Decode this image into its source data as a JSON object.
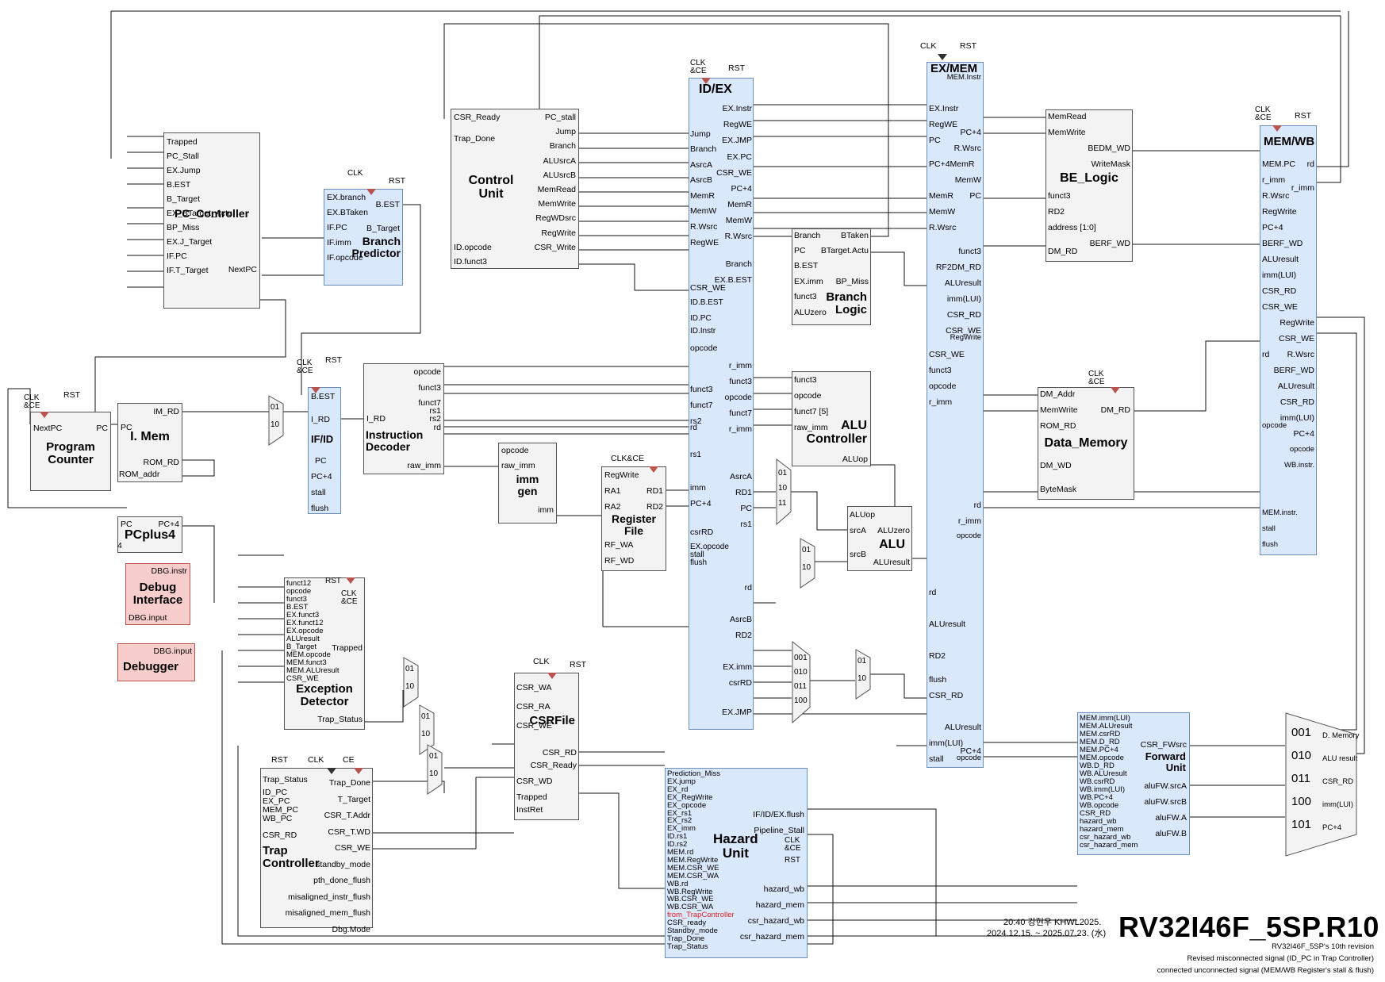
{
  "title": "RV32I46F_5SP.R10",
  "footer": {
    "time_author": "20:40 강현우 KHWL2025.",
    "dates": "2024.12.15. ~ 2025.07.23. (水)",
    "revision": "RV32I46F_5SP's 10th revision",
    "note1": "Revised misconnected signal (ID_PC in Trap Controller)",
    "note2": "connected unconnected signal (MEM/WB Register's stall & flush)"
  },
  "ctl": {
    "clk": "CLK",
    "clkce": "CLK\n&CE",
    "rst": "RST",
    "ce": "CE",
    "clkce2": "CLK&CE"
  },
  "blocks": {
    "pc": {
      "title": "Program\nCounter",
      "in": [
        "NextPC"
      ],
      "out": [
        "PC"
      ]
    },
    "imem": {
      "title": "I. Mem",
      "in": [
        "PC",
        "ROM_RD"
      ],
      "out": [
        "IM_RD"
      ]
    },
    "pcplus4": {
      "title": "PCplus4",
      "in": [
        "PC",
        "4"
      ],
      "out": [
        "PC+4"
      ]
    },
    "debug_if": {
      "title": "Debug\nInterface",
      "ports": [
        "DBG.instr",
        "DBG.input"
      ]
    },
    "debugger": {
      "title": "Debugger",
      "ports": [
        "DBG.input"
      ]
    },
    "pc_ctrl": {
      "title": "PC_Controller",
      "in": [
        "Trapped",
        "PC_Stall",
        "EX.Jump",
        "B.EST",
        "B_Target",
        "EX_BTarget_Actu",
        "BP_Miss",
        "EX.J_Target",
        "IF.PC",
        "IF.T_Target"
      ],
      "out": [
        "NextPC"
      ]
    },
    "bp": {
      "title": "Branch\nPredictor",
      "in": [
        "EX.branch",
        "EX.BTaken",
        "IF.PC",
        "IF.imm",
        "IF.opcode"
      ],
      "out": [
        "B.EST",
        "B_Target"
      ]
    },
    "ifid": {
      "title": "IF/ID",
      "ports": [
        "B.EST",
        "I_RD",
        "PC",
        "PC+4",
        "stall",
        "flush"
      ]
    },
    "idec": {
      "title": "Instruction\nDecoder",
      "in": [
        "I_RD"
      ],
      "out": [
        "opcode",
        "funct3",
        "funct7",
        "rs1",
        "rs2",
        "rd",
        "raw_imm"
      ]
    },
    "immgen": {
      "title": "imm\ngen",
      "in": [
        "opcode",
        "raw_imm"
      ],
      "out": [
        "imm"
      ]
    },
    "cu": {
      "title": "Control\nUnit",
      "in": [
        "CSR_Ready",
        "Trap_Done",
        "ID.opcode",
        "ID.funct3"
      ],
      "out": [
        "PC_stall",
        "Jump",
        "Branch",
        "ALUsrcA",
        "ALUsrcB",
        "MemRead",
        "MemWrite",
        "RegWDsrc",
        "RegWrite",
        "CSR_Write"
      ]
    },
    "regfile": {
      "title": "Register\nFile",
      "in": [
        "RegWrite",
        "RA1",
        "RA2",
        "RF_WA",
        "RF_WD"
      ],
      "out": [
        "RD1",
        "RD2"
      ]
    },
    "idex": {
      "title": "ID/EX",
      "left": [
        "Jump",
        "Branch",
        "AsrcA",
        "AsrcB",
        "MemR",
        "MemW",
        "R.Wsrc",
        "RegWE",
        "CSR_WE",
        "ID.B.EST",
        "ID.PC",
        "ID.Instr",
        "opcode",
        "funct3",
        "funct7",
        "rs2",
        "rd",
        "rs1",
        "imm",
        "PC+4",
        "csrRD",
        "EX.opcode",
        "stall",
        "flush"
      ],
      "right": [
        "EX.Instr",
        "RegWE",
        "EX.JMP",
        "EX.PC",
        "CSR_WE",
        "PC+4",
        "MemR",
        "MemW",
        "R.Wsrc",
        "Branch",
        "EX.B.EST",
        "r_imm",
        "funct3",
        "opcode",
        "funct7",
        "r_imm",
        "AsrcA",
        "RD1",
        "PC",
        "rs1",
        "rd",
        "AsrcB",
        "RD2",
        "EX.imm",
        "csrRD",
        "EX.JMP"
      ]
    },
    "bl": {
      "title": "Branch\nLogic",
      "in": [
        "Branch",
        "PC",
        "B.EST",
        "EX.imm",
        "funct3",
        "ALUzero"
      ],
      "out": [
        "BTaken",
        "BTarget.Actu",
        "BP_Miss"
      ]
    },
    "aluc": {
      "title": "ALU\nController",
      "in": [
        "funct3",
        "opcode",
        "funct7 [5]",
        "raw_imm"
      ],
      "out": [
        "ALUop"
      ]
    },
    "alu": {
      "title": "ALU",
      "in": [
        "ALUop",
        "srcA",
        "srcB"
      ],
      "out": [
        "ALUzero",
        "ALUresult"
      ]
    },
    "exmem": {
      "title": "EX/MEM",
      "left": [
        "EX.Instr",
        "RegWE",
        "PC",
        "PC+4MemR",
        "MemR",
        "MemW",
        "R.Wsrc",
        "CSR_WE",
        "funct3",
        "opcode",
        "r_imm",
        "rd",
        "ALUresult",
        "RD2",
        "flush",
        "CSR_RD",
        "imm(LUI)",
        "stall"
      ],
      "right": [
        "MEM.Instr",
        "PC+4",
        "R.Wsrc",
        "MemW",
        "PC",
        "funct3",
        "RF2DM_RD",
        "ALUresult",
        "imm(LUI)",
        "CSR_RD",
        "CSR_WE",
        "RegWrite",
        "rd",
        "r_imm",
        "opcode",
        "ALUresult",
        "PC+4",
        "opcode"
      ]
    },
    "be": {
      "title": "BE_Logic",
      "in": [
        "MemRead",
        "MemWrite",
        "funct3",
        "RD2",
        "address [1:0]",
        "DM_RD"
      ],
      "out": [
        "BEDM_WD",
        "WriteMask",
        "BERF_WD"
      ]
    },
    "dmem": {
      "title": "Data_Memory",
      "in": [
        "DM_Addr",
        "MemWrite",
        "ROM_RD",
        "DM_WD",
        "ByteMask"
      ],
      "out": [
        "DM_RD"
      ]
    },
    "memwb": {
      "title": "MEM/WB",
      "left": [
        "MEM.PC",
        "r_imm",
        "R.Wsrc",
        "RegWrite",
        "PC+4",
        "BERF_WD",
        "ALUresult",
        "imm(LUI)",
        "CSR_RD",
        "CSR_WE",
        "rd",
        "opcode",
        "MEM.instr.",
        "stall",
        "flush"
      ],
      "right": [
        "rd",
        "r_imm",
        "RegWrite",
        "CSR_WE",
        "R.Wsrc",
        "BERF_WD",
        "ALUresult",
        "CSR_RD",
        "imm(LUI)",
        "PC+4",
        "opcode",
        "WB.instr."
      ]
    },
    "fwd": {
      "title": "Forward\nUnit",
      "in": [
        "MEM.imm(LUI)",
        "MEM.ALUresult",
        "MEM.csrRD",
        "MEM.D_RD",
        "MEM.PC+4",
        "MEM.opcode",
        "WB.D_RD",
        "WB.ALUresult",
        "WB.csrRD",
        "WB.imm(LUI)",
        "WB.PC+4",
        "WB.opcode",
        "CSR_RD",
        "hazard_wb",
        "hazard_mem",
        "csr_hazard_wb",
        "csr_hazard_mem"
      ],
      "out": [
        "CSR_FWsrc",
        "aluFW.srcA",
        "aluFW.srcB",
        "aluFW.A",
        "aluFW.B"
      ]
    },
    "excdet": {
      "title": "Exception\nDetector",
      "in": [
        "funct12",
        "opcode",
        "funct3",
        "B.EST",
        "EX.funct3",
        "EX.funct12",
        "EX.opcode",
        "ALUresult",
        "B_Target",
        "MEM.opcode",
        "MEM.funct3",
        "MEM.ALUresult",
        "CSR_WE"
      ],
      "out": [
        "Trapped",
        "Trap_Status"
      ]
    },
    "csrfile": {
      "title": "CSRFile",
      "in": [
        "CSR_WA",
        "CSR_RA",
        "CSR_WE",
        "CSR_WD"
      ],
      "out": [
        "CSR_RD",
        "CSR_Ready",
        "Trapped",
        "InstRet"
      ]
    },
    "trapc": {
      "title": "Trap\nController",
      "in": [
        "Trap_Status",
        "ID_PC",
        "EX_PC",
        "MEM_PC",
        "WB_PC",
        "CSR_RD"
      ],
      "out": [
        "Trap_Done",
        "T_Target",
        "CSR_T.Addr",
        "CSR_T.WD",
        "CSR_WE",
        "standby_mode",
        "pth_done_flush",
        "misaligned_instr_flush",
        "misaligned_mem_flush",
        "Dbg.Mode"
      ]
    },
    "hazard": {
      "title": "Hazard\nUnit",
      "in": [
        "Prediction_Miss",
        "EX.jump",
        "EX_rd",
        "EX_RegWrite",
        "EX_opcode",
        "EX_rs1",
        "EX_rs2",
        "EX_imm",
        "ID.rs1",
        "ID.rs2",
        "MEM.rd",
        "MEM.RegWrite",
        "MEM.CSR_WE",
        "MEM.CSR_WA",
        "WB.rd",
        "WB.RegWrite",
        "WB.CSR_WE",
        "WB.CSR_WA",
        "from_TrapController",
        "CSR_ready",
        "Standby_mode",
        "Trap_Done",
        "Trap_Status"
      ],
      "out": [
        "IF/ID/EX.flush",
        "Pipeline_Stall",
        "hazard_wb",
        "hazard_mem",
        "csr_hazard_wb",
        "csr_hazard_mem"
      ]
    },
    "wbmux": {
      "items": [
        "001",
        "010",
        "011",
        "100",
        "101"
      ],
      "labels": [
        "D. Memory",
        "ALU result",
        "CSR_RD",
        "imm(LUI)",
        "PC+4"
      ]
    }
  },
  "mux": {
    "m2": [
      "01",
      "10"
    ],
    "m3": [
      "01",
      "10",
      "11"
    ],
    "m4": [
      "001",
      "010",
      "011",
      "100"
    ]
  },
  "colors": {
    "pipe": "#dae8fc",
    "pipe_border": "#6c8ebf",
    "block": "#f3f3f3",
    "red": "#f8cecc",
    "red_border": "#b85450",
    "alert": "#e02020"
  }
}
